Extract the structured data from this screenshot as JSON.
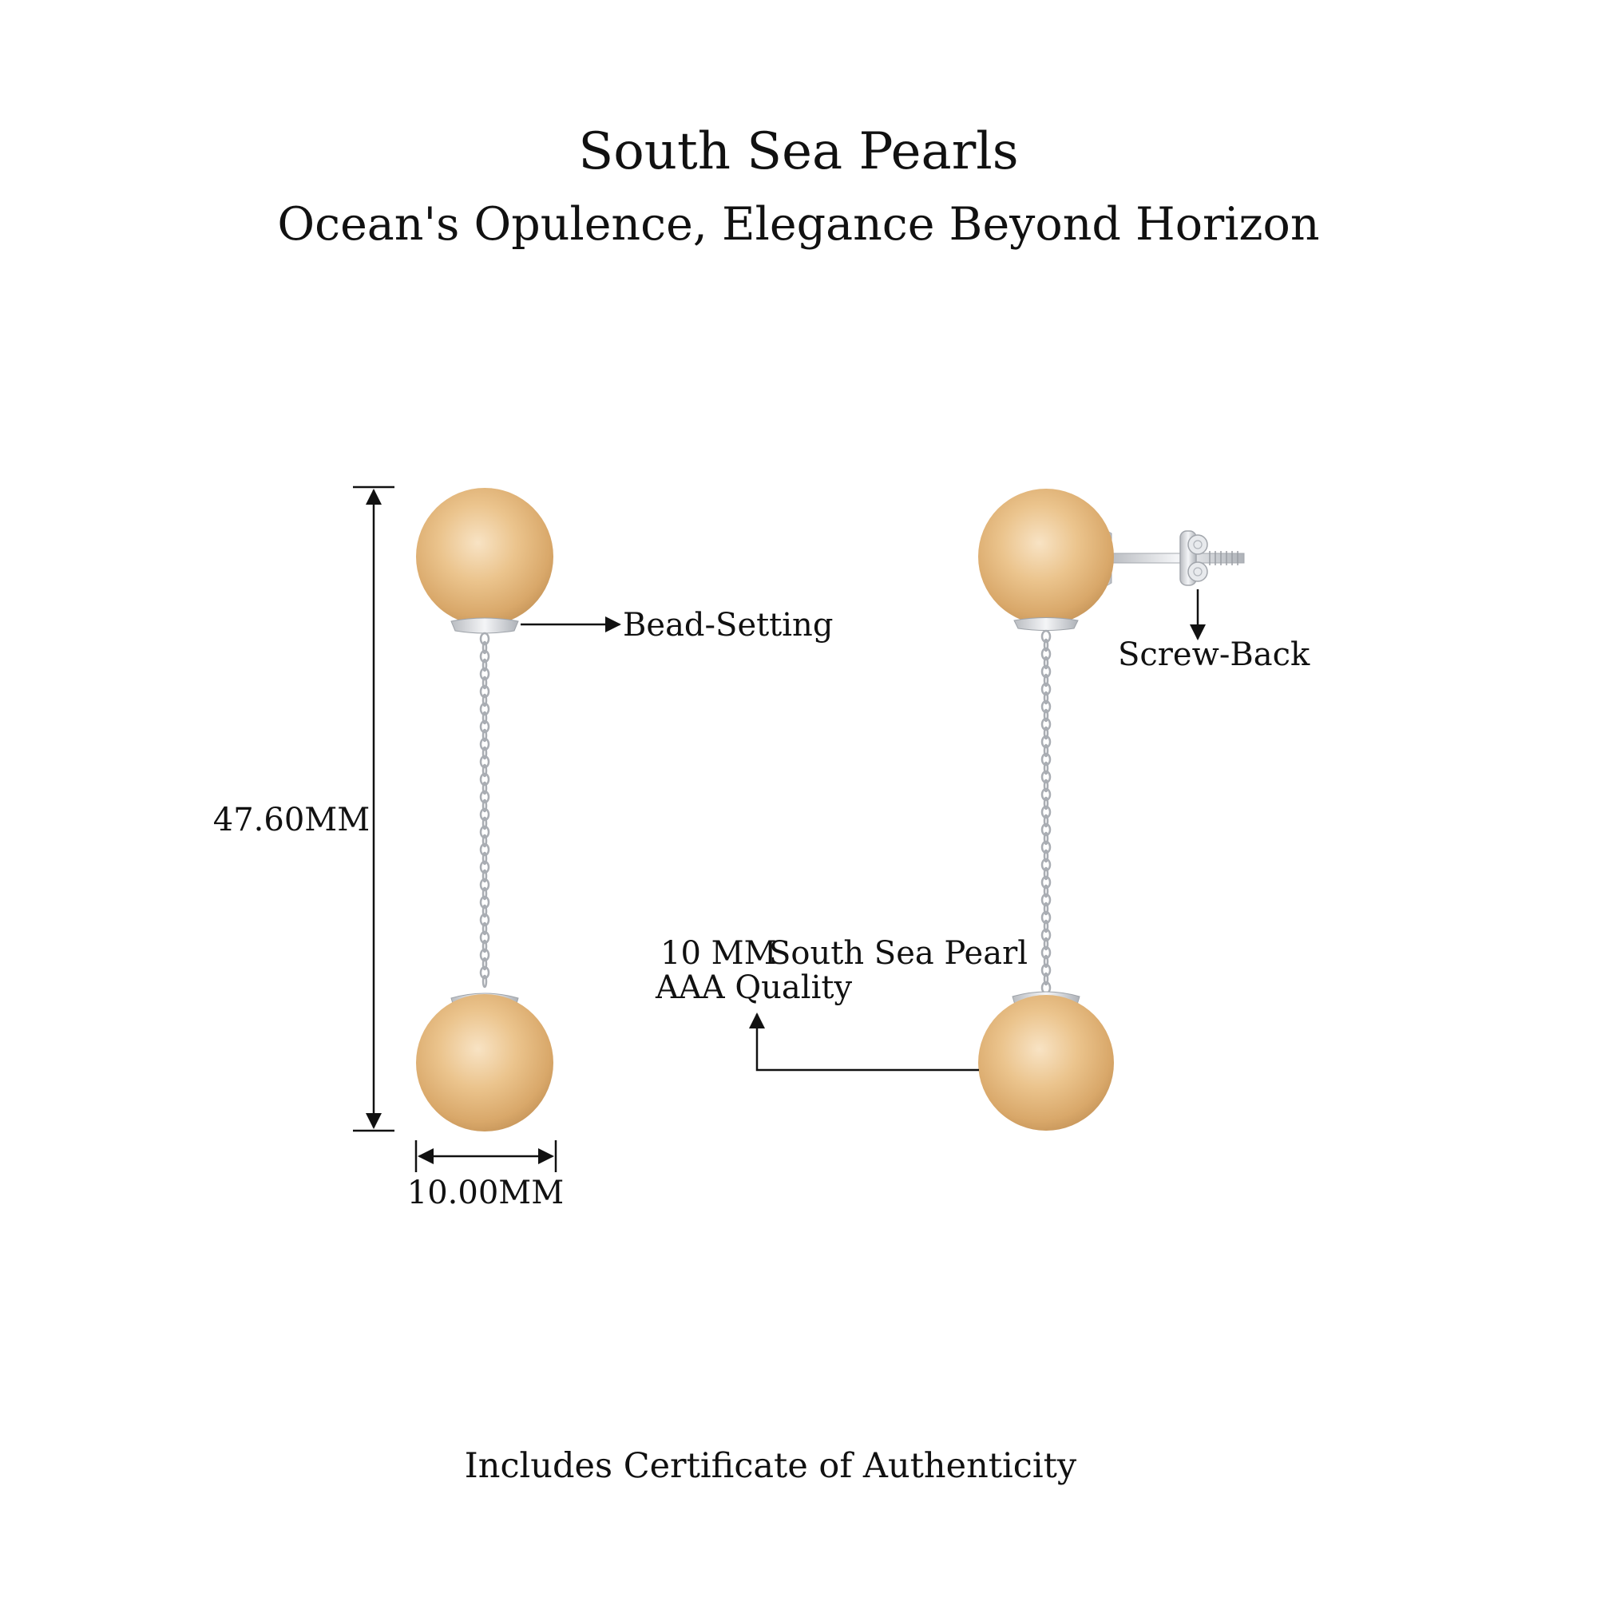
{
  "header": {
    "title": "South Sea Pearls",
    "subtitle": "Ocean's Opulence, Elegance Beyond Horizon"
  },
  "labels": {
    "height_dimension": "47.60MM",
    "width_dimension": "10.00MM",
    "bead_setting": "Bead-Setting",
    "screw_back": "Screw-Back",
    "pearl_size": "10 MM",
    "pearl_type": "South Sea Pearl",
    "pearl_quality": "AAA Quality"
  },
  "footer": {
    "text": "Includes Certificate of Authenticity"
  },
  "colors": {
    "pearl_base": "#e8bc7f",
    "pearl_highlight": "#f6dcb6",
    "metal": "#d8dadd",
    "line": "#111111"
  }
}
